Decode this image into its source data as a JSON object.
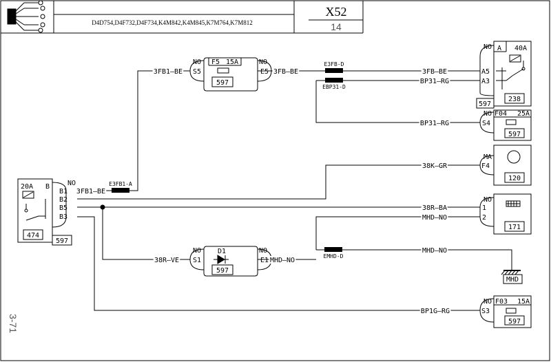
{
  "header": {
    "engine_codes": "D4D754,D4F732,D4F734,K4M842,K4M845,K7M764,K7M812",
    "diagram_code": "X52",
    "sheet_number": "14"
  },
  "page_ref": "3-71",
  "components": {
    "fuse_f5": {
      "label": "F5",
      "rating": "15A",
      "ref": "597",
      "pin_left_no": "NO",
      "pin_left": "S5",
      "pin_right_no": "NO",
      "pin_right": "E5"
    },
    "relay_238": {
      "pin_no": "NO",
      "label": "A",
      "rating": "40A",
      "ref": "238",
      "box_ref": "597",
      "pin_a5": "A5",
      "pin_a3": "A3"
    },
    "fuse_f04": {
      "pin_no": "NO",
      "label": "F04",
      "rating": "25A",
      "ref": "597",
      "pin": "S4"
    },
    "unit_120": {
      "pin_ma": "MA",
      "pin": "F4",
      "ref": "120"
    },
    "unit_171": {
      "pin_no": "NO",
      "pin1": "1",
      "pin2": "2",
      "ref": "171"
    },
    "relay_474": {
      "rating": "20A",
      "label": "B",
      "pin_no": "NO",
      "pins": [
        "B1",
        "B2",
        "B5",
        "B3"
      ],
      "ref": "474",
      "box_ref": "597"
    },
    "diode_d1": {
      "label": "D1",
      "ref": "597",
      "pin_left_no": "NO",
      "pin_left": "S1",
      "pin_right_no": "NO",
      "pin_right": "E1"
    },
    "fuse_f03": {
      "pin_no": "NO",
      "label": "F03",
      "rating": "15A",
      "ref": "597",
      "pin": "S3"
    },
    "ground": {
      "label": "MHD"
    }
  },
  "wires": {
    "w_3fb1_be_a": "3FB1—BE",
    "w_3fb_be_a": "3FB—BE",
    "w_3fb_be_b": "3FB—BE",
    "w_bp31_rg_a": "BP31—RG",
    "w_bp31_rg_b": "BP31—RG",
    "w_38k_gr": "38K—GR",
    "w_3fb1_be_b": "3FB1—BE",
    "w_38r_ba": "38R—BA",
    "w_mhd_no_a": "MHD—NO",
    "w_38r_ve": "38R—VE",
    "w_mhd_no_b": "MHD—NO",
    "w_mhd_no_c": "MHD—NO",
    "w_bp1g_rg": "BP1G—RG"
  },
  "splices": {
    "e3fb_d": "E3FB-D",
    "ebp31_d": "EBP31-D",
    "e3fb1_a": "E3FB1-A",
    "emhd_d": "EMHD-D"
  }
}
